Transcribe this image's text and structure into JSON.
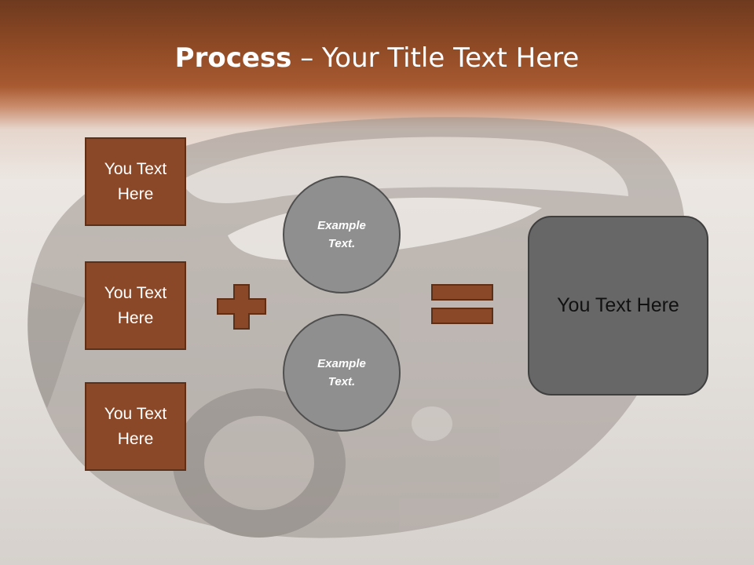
{
  "title": {
    "bold": "Process",
    "dash": " – ",
    "rest": "Your Title Text Here"
  },
  "left_boxes": [
    {
      "label": "You Text Here"
    },
    {
      "label": "You Text Here"
    },
    {
      "label": "You Text Here"
    }
  ],
  "circles": [
    {
      "label": "Example Text."
    },
    {
      "label": "Example Text."
    }
  ],
  "result": {
    "label": "You Text Here"
  },
  "colors": {
    "brand": "#8b4828",
    "circle": "#8f8f8f",
    "result": "#676767",
    "title_text": "#ffffff"
  }
}
